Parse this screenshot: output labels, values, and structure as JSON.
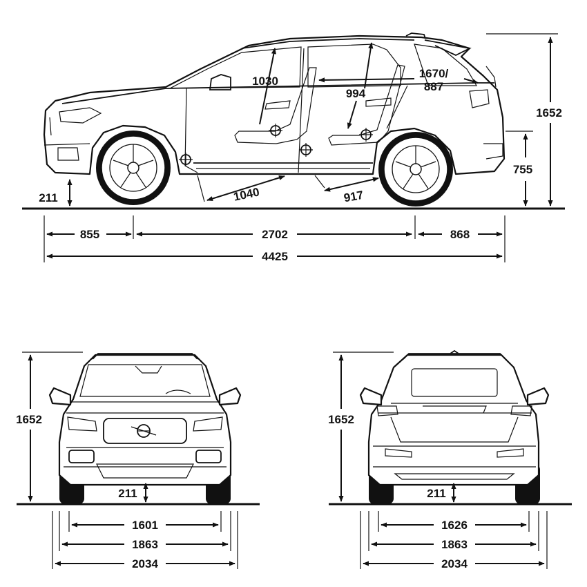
{
  "side_view": {
    "height_total": "1652",
    "height_rear": "755",
    "ground_clearance": "211",
    "front_headroom": "1030",
    "rear_headroom": "994",
    "cargo_length": "1670/\n887",
    "front_legroom": "1040",
    "rear_legroom": "917",
    "front_overhang": "855",
    "wheelbase": "2702",
    "rear_overhang": "868",
    "length_total": "4425"
  },
  "front_view": {
    "height": "1652",
    "ground_clearance": "211",
    "track": "1601",
    "width": "1863",
    "width_mirrors": "2034"
  },
  "rear_view": {
    "height": "1652",
    "ground_clearance": "211",
    "track": "1626",
    "width": "1863",
    "width_mirrors": "2034"
  },
  "icons": {
    "seat_reference": "crosshair-circle"
  }
}
